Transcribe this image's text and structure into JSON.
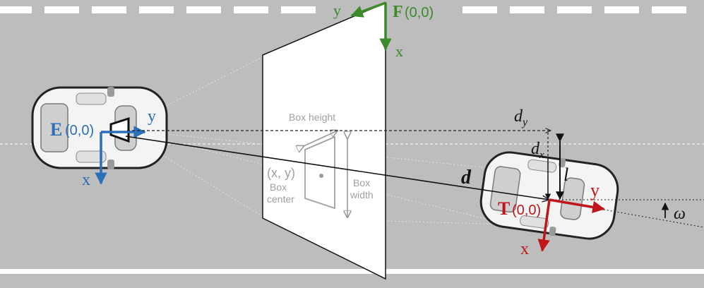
{
  "frames": {
    "ego": {
      "letter": "E",
      "origin": "(0,0)",
      "x_axis": "x",
      "y_axis": "y",
      "color": "#2b6fb8"
    },
    "frame": {
      "letter": "F",
      "origin": "(0,0)",
      "x_axis": "x",
      "y_axis": "y",
      "color": "#3d8a2a"
    },
    "target": {
      "letter": "T",
      "origin": "(0,0)",
      "x_axis": "x",
      "y_axis": "y",
      "color": "#c0161b"
    }
  },
  "image_plane": {
    "box_height": "Box height",
    "box_center_coord": "(x, y)",
    "box_center_line1": "Box",
    "box_center_line2": "center",
    "box_width_line1": "Box",
    "box_width_line2": "width"
  },
  "measurements": {
    "d": "d",
    "dy": "d",
    "dy_sub": "y",
    "dx": "d",
    "dx_sub": "x",
    "l": "l",
    "omega": "ω"
  }
}
